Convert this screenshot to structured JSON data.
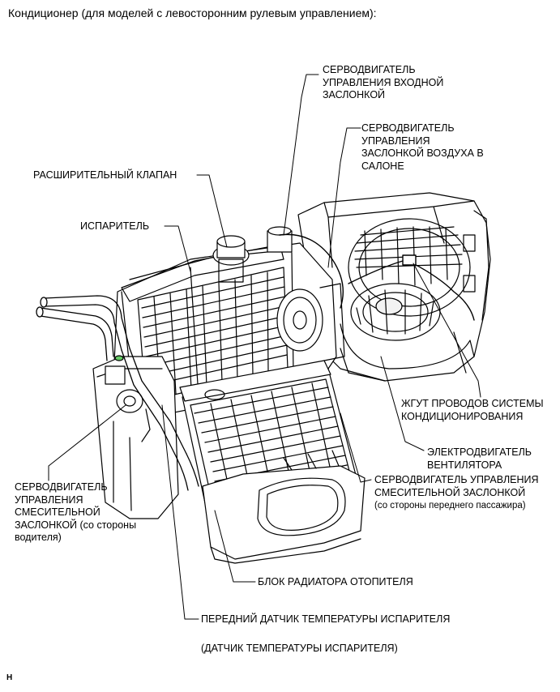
{
  "title": "Кондиционер (для моделей с левосторонним рулевым управлением):",
  "labels": {
    "intake_servo": "СЕРВОДВИГАТЕЛЬ\nУПРАВЛЕНИЯ ВХОДНОЙ\nЗАСЛОНКОЙ",
    "air_servo": "СЕРВОДВИГАТЕЛЬ\nУПРАВЛЕНИЯ\nЗАСЛОНКОЙ ВОЗДУХА В\nСАЛОНЕ",
    "expansion_valve": "РАСШИРИТЕЛЬНЫЙ КЛАПАН",
    "evaporator": "ИСПАРИТЕЛЬ",
    "wire_harness": "ЖГУТ ПРОВОДОВ СИСТЕМЫ\nКОНДИЦИОНИРОВАНИЯ",
    "blower_motor": "ЭЛЕКТРОДВИГАТЕЛЬ\nВЕНТИЛЯТОРА",
    "mix_servo_passenger": "СЕРВОДВИГАТЕЛЬ УПРАВЛЕНИЯ\nСМЕСИТЕЛЬНОЙ ЗАСЛОНКОЙ",
    "mix_servo_passenger_note": "(со стороны переднего пассажира)",
    "mix_servo_driver": "СЕРВОДВИГАТЕЛЬ\nУПРАВЛЕНИЯ\nСМЕСИТЕЛЬНОЙ\nЗАСЛОНКОЙ (со стороны\nводителя)",
    "heater_core": "БЛОК РАДИАТОРА ОТОПИТЕЛЯ",
    "temp_sensor": "ПЕРЕДНИЙ ДАТЧИК ТЕМПЕРАТУРЫ ИСПАРИТЕЛЯ",
    "temp_sensor_note": "(ДАТЧИК ТЕМПЕРАТУРЫ ИСПАРИТЕЛЯ)"
  },
  "corner_mark": "H"
}
